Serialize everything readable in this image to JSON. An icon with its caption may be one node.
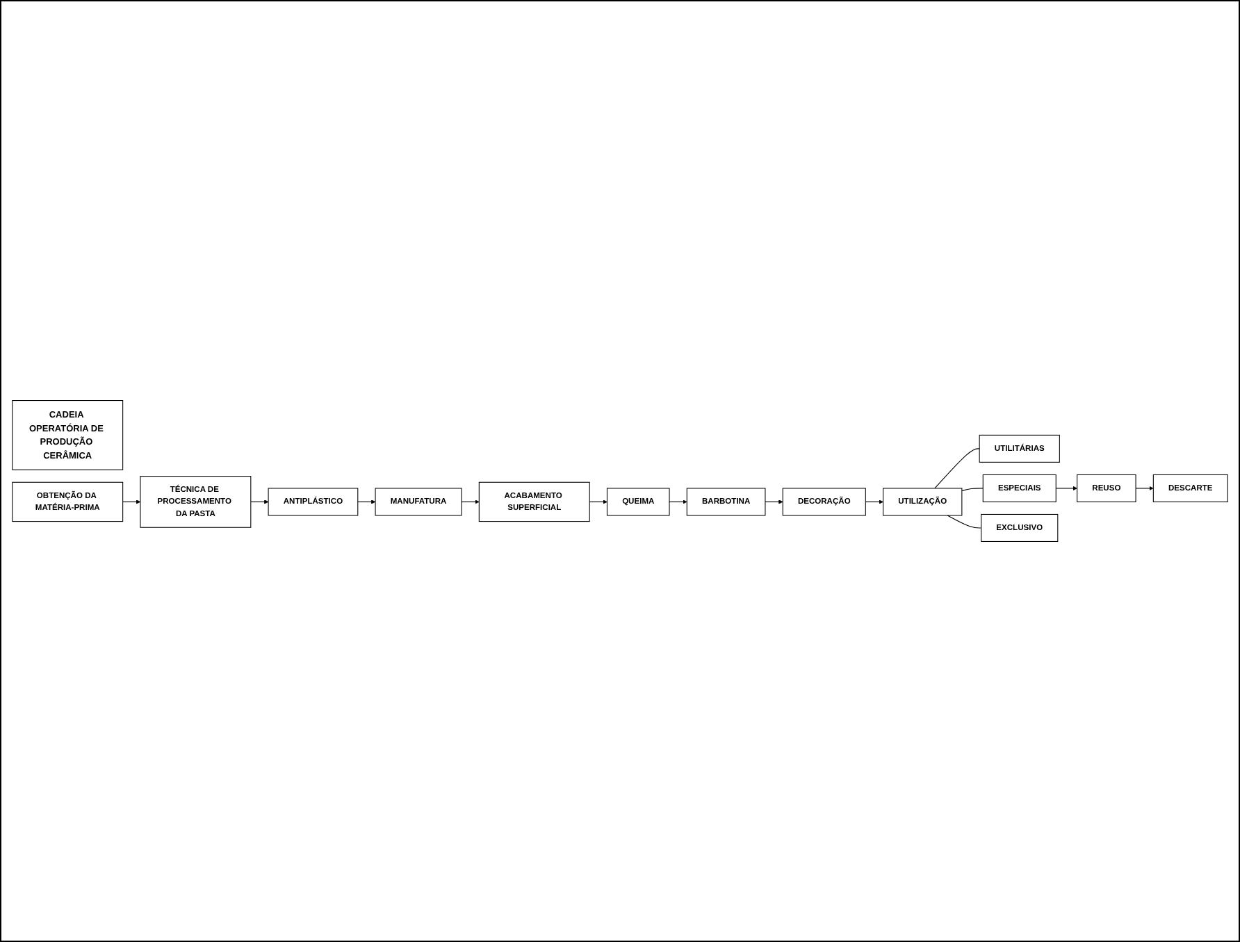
{
  "diagram": {
    "nodes": [
      {
        "text": [
          "CADEIA OPERATÓRIA DE PRODUÇÃO CERÂMICA"
        ]
      },
      {
        "text": [
          "OBTENÇÃO DA MATÉRIA-PRIMA"
        ]
      },
      {
        "text": [
          "TÉCNICA DE PROCESSAMENTO DA PASTA"
        ]
      },
      {
        "text": [
          "ANTIPLÁSTICO"
        ]
      },
      {
        "text": [
          "MANUFATURA"
        ]
      },
      {
        "text": [
          "ACABAMENTO SUPERFICIAL"
        ]
      },
      {
        "text": [
          "QUEIMA"
        ]
      },
      {
        "text": [
          "BARBOTINA"
        ]
      },
      {
        "text": [
          "DECORAÇÃO"
        ]
      },
      {
        "text": [
          "UTILIZAÇÃO"
        ]
      },
      {
        "text": [
          "UTILITÁRIAS"
        ]
      },
      {
        "text": [
          "ESPECIAIS"
        ]
      },
      {
        "text": [
          "EXCLUSIVO"
        ]
      },
      {
        "text": [
          "REUSO"
        ]
      },
      {
        "text": [
          "DESCARTE"
        ]
      }
    ],
    "edges": [
      {
        "from": 1,
        "to": 2,
        "arrow": "to"
      },
      {
        "from": 2,
        "to": 3,
        "arrow": "to"
      },
      {
        "from": 3,
        "to": 4,
        "arrow": "to"
      },
      {
        "from": 4,
        "to": 5,
        "arrow": "to"
      },
      {
        "from": 5,
        "to": 6,
        "arrow": "to"
      },
      {
        "from": 6,
        "to": 7,
        "arrow": "to"
      },
      {
        "from": 7,
        "to": 8,
        "arrow": "to"
      },
      {
        "from": 8,
        "to": 9,
        "arrow": "to"
      },
      {
        "from": 9,
        "to": 10,
        "arrow": "none"
      },
      {
        "from": 9,
        "to": 11,
        "arrow": "none"
      },
      {
        "from": 9,
        "to": 12,
        "arrow": "none"
      },
      {
        "from": 11,
        "to": 13,
        "arrow": "to"
      },
      {
        "from": 13,
        "to": 14,
        "arrow": "to"
      }
    ]
  }
}
